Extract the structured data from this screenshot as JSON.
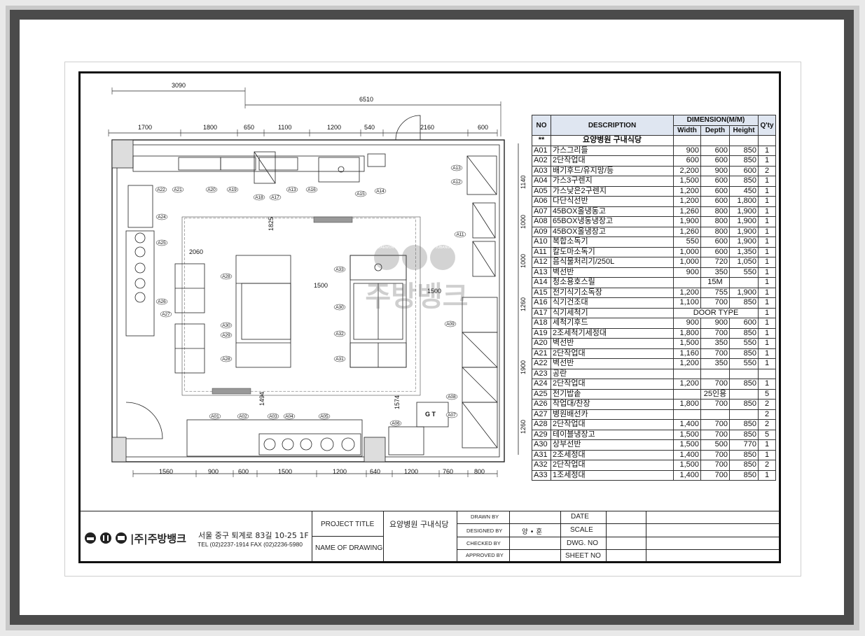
{
  "plan": {
    "dims_top": [
      "3090",
      "6510",
      "1700",
      "1800",
      "650",
      "1100",
      "1200",
      "540",
      "2160",
      "600"
    ],
    "dims_bottom": [
      "1560",
      "900",
      "600",
      "1500",
      "1200",
      "640",
      "1200",
      "760",
      "800"
    ],
    "dims_right": [
      "1140",
      "1000",
      "1000",
      "1260",
      "1900",
      "1260"
    ],
    "dims_inner": [
      "1825",
      "2060",
      "1500",
      "1500",
      "1494",
      "1574"
    ],
    "labels_gt": "G T",
    "watermark": {
      "text": "주방뱅크",
      "logo_sub": [
        "DAEWON",
        "JUBANG"
      ]
    }
  },
  "table": {
    "headers": {
      "no": "NO",
      "description": "DESCRIPTION",
      "dimension": "DIMENSION(M/M)",
      "width": "Width",
      "depth": "Depth",
      "height": "Height",
      "qty": "Q'ty"
    },
    "project_row": {
      "no": "**",
      "description": "요양병원 구내식당"
    },
    "rows": [
      {
        "no": "A01",
        "desc": "가스그리들",
        "w": "900",
        "d": "600",
        "h": "850",
        "q": "1"
      },
      {
        "no": "A02",
        "desc": "2단작업대",
        "w": "600",
        "d": "600",
        "h": "850",
        "q": "1"
      },
      {
        "no": "A03",
        "desc": "배기후드/유지망/등",
        "w": "2,200",
        "d": "900",
        "h": "600",
        "q": "2"
      },
      {
        "no": "A04",
        "desc": "가스3구렌지",
        "w": "1,500",
        "d": "600",
        "h": "850",
        "q": "1"
      },
      {
        "no": "A05",
        "desc": "가스낮은2구렌지",
        "w": "1,200",
        "d": "600",
        "h": "450",
        "q": "1"
      },
      {
        "no": "A06",
        "desc": "다단식선반",
        "w": "1,200",
        "d": "600",
        "h": "1,800",
        "q": "1"
      },
      {
        "no": "A07",
        "desc": "45BOX올냉동고",
        "w": "1,260",
        "d": "800",
        "h": "1,900",
        "q": "1"
      },
      {
        "no": "A08",
        "desc": "65BOX냉동냉장고",
        "w": "1,900",
        "d": "800",
        "h": "1,900",
        "q": "1"
      },
      {
        "no": "A09",
        "desc": "45BOX올냉장고",
        "w": "1,260",
        "d": "800",
        "h": "1,900",
        "q": "1"
      },
      {
        "no": "A10",
        "desc": "복합소독기",
        "w": "550",
        "d": "600",
        "h": "1,900",
        "q": "1"
      },
      {
        "no": "A11",
        "desc": "칼도마소독기",
        "w": "1,000",
        "d": "600",
        "h": "1,350",
        "q": "1"
      },
      {
        "no": "A12",
        "desc": "음식물처리기/250L",
        "w": "1,000",
        "d": "720",
        "h": "1,050",
        "q": "1"
      },
      {
        "no": "A13",
        "desc": "벽선반",
        "w": "900",
        "d": "350",
        "h": "550",
        "q": "1"
      },
      {
        "no": "A14",
        "desc": "청소용호스릴",
        "w": "",
        "d": "15M",
        "h": "",
        "q": "1"
      },
      {
        "no": "A15",
        "desc": "전기식기소독장",
        "w": "1,200",
        "d": "755",
        "h": "1,900",
        "q": "1"
      },
      {
        "no": "A16",
        "desc": "식기건조대",
        "w": "1,100",
        "d": "700",
        "h": "850",
        "q": "1"
      },
      {
        "no": "A17",
        "desc": "식기세척기",
        "w": "",
        "d": "DOOR TYPE",
        "h": "",
        "q": "1",
        "span": true
      },
      {
        "no": "A18",
        "desc": "세척기후드",
        "w": "900",
        "d": "900",
        "h": "600",
        "q": "1"
      },
      {
        "no": "A19",
        "desc": "2조세척기세정대",
        "w": "1,800",
        "d": "700",
        "h": "850",
        "q": "1"
      },
      {
        "no": "A20",
        "desc": "벽선반",
        "w": "1,500",
        "d": "350",
        "h": "550",
        "q": "1"
      },
      {
        "no": "A21",
        "desc": "2단작업대",
        "w": "1,160",
        "d": "700",
        "h": "850",
        "q": "1"
      },
      {
        "no": "A22",
        "desc": "벽선반",
        "w": "1,200",
        "d": "350",
        "h": "550",
        "q": "1"
      },
      {
        "no": "A23",
        "desc": "공란",
        "w": "",
        "d": "",
        "h": "",
        "q": ""
      },
      {
        "no": "A24",
        "desc": "2단작업대",
        "w": "1,200",
        "d": "700",
        "h": "850",
        "q": "1"
      },
      {
        "no": "A25",
        "desc": "전기밥솥",
        "w": "",
        "d": "25인용",
        "h": "",
        "q": "5"
      },
      {
        "no": "A26",
        "desc": "작업대/찬장",
        "w": "1,800",
        "d": "700",
        "h": "850",
        "q": "2"
      },
      {
        "no": "A27",
        "desc": "병원배선카",
        "w": "",
        "d": "",
        "h": "",
        "q": "2"
      },
      {
        "no": "A28",
        "desc": "2단작업대",
        "w": "1,400",
        "d": "700",
        "h": "850",
        "q": "2"
      },
      {
        "no": "A29",
        "desc": "테이블냉장고",
        "w": "1,500",
        "d": "700",
        "h": "850",
        "q": "5"
      },
      {
        "no": "A30",
        "desc": "상부선반",
        "w": "1,500",
        "d": "500",
        "h": "770",
        "q": "1"
      },
      {
        "no": "A31",
        "desc": "2조세정대",
        "w": "1,400",
        "d": "700",
        "h": "850",
        "q": "1"
      },
      {
        "no": "A32",
        "desc": "2단작업대",
        "w": "1,500",
        "d": "700",
        "h": "850",
        "q": "2"
      },
      {
        "no": "A33",
        "desc": "1조세정대",
        "w": "1,400",
        "d": "700",
        "h": "850",
        "q": "1"
      }
    ]
  },
  "title_block": {
    "company": "|주|주방뱅크",
    "address": "서울 중구 퇴계로 83길 10-25 1F",
    "tel": "TEL (02)2237-1914 FAX (02)2236-5980",
    "project_title_label": "PROJECT TITLE",
    "project_title": "요양병원 구내식당",
    "name_of_drawing_label": "NAME OF DRAWING",
    "drawn_by": "DRAWN BY",
    "designed_by": "DESIGNED BY",
    "designer": "양 • 훈",
    "checked_by": "CHECKED BY",
    "approved_by": "APPROVED BY",
    "date": "DATE",
    "scale": "SCALE",
    "dwg_no": "DWG. NO",
    "sheet_no": "SHEET NO"
  }
}
